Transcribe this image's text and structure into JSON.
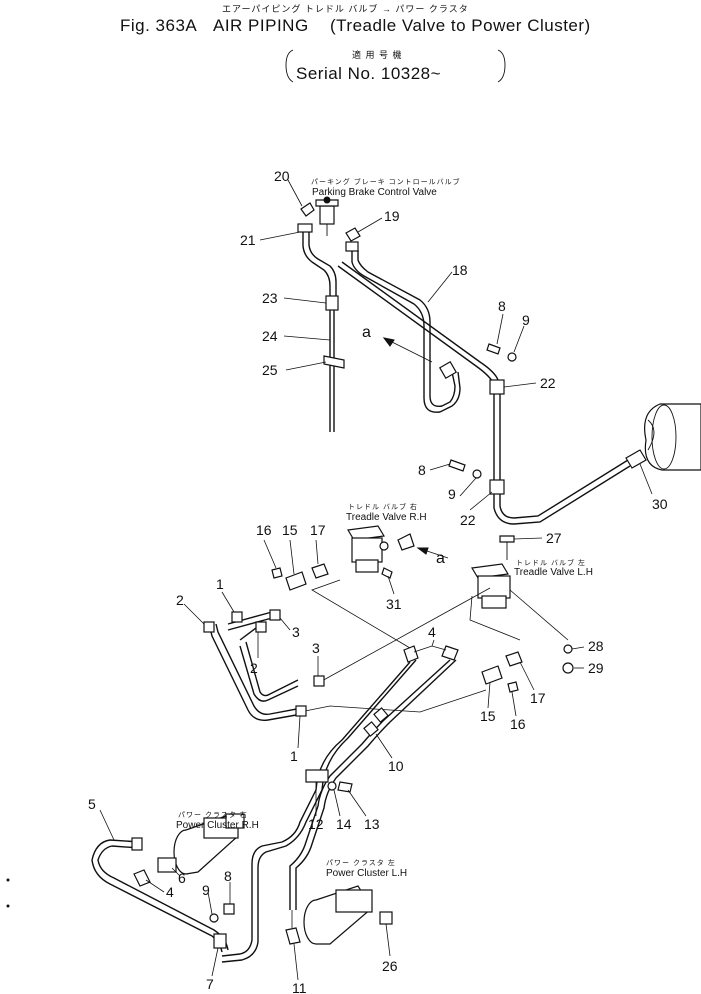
{
  "header": {
    "jp_title": "エアーパイピング トレドル バルブ → パワー クラスタ",
    "fig_no": "Fig. 363A",
    "title": "AIR PIPING",
    "subtitle": "(Treadle Valve to Power Cluster)",
    "applicable_jp": "適 用 号 機",
    "serial": "Serial No. 10328~"
  },
  "components": {
    "parking_jp": "パーキング ブレーキ コントロールバルブ",
    "parking_en": "Parking Brake Control Valve",
    "treadle_rh_jp": "トレドル バルブ 右",
    "treadle_rh_en": "Treadle Valve R.H",
    "treadle_lh_jp": "トレドル バルブ 左",
    "treadle_lh_en": "Treadle Valve L.H",
    "cluster_rh_jp": "パワー クラスタ 右",
    "cluster_rh_en": "Power Cluster R.H",
    "cluster_lh_jp": "パワー クラスタ 左",
    "cluster_lh_en": "Power Cluster L.H"
  },
  "view_marks": [
    "a",
    "a"
  ],
  "part_numbers": [
    "20",
    "19",
    "21",
    "18",
    "23",
    "24",
    "25",
    "8",
    "9",
    "22",
    "8",
    "9",
    "22",
    "30",
    "27",
    "16",
    "15",
    "17",
    "31",
    "1",
    "2",
    "3",
    "2",
    "4",
    "3",
    "28",
    "29",
    "17",
    "15",
    "16",
    "1",
    "10",
    "12",
    "14",
    "13",
    "5",
    "6",
    "4",
    "9",
    "8",
    "7",
    "11",
    "26"
  ]
}
